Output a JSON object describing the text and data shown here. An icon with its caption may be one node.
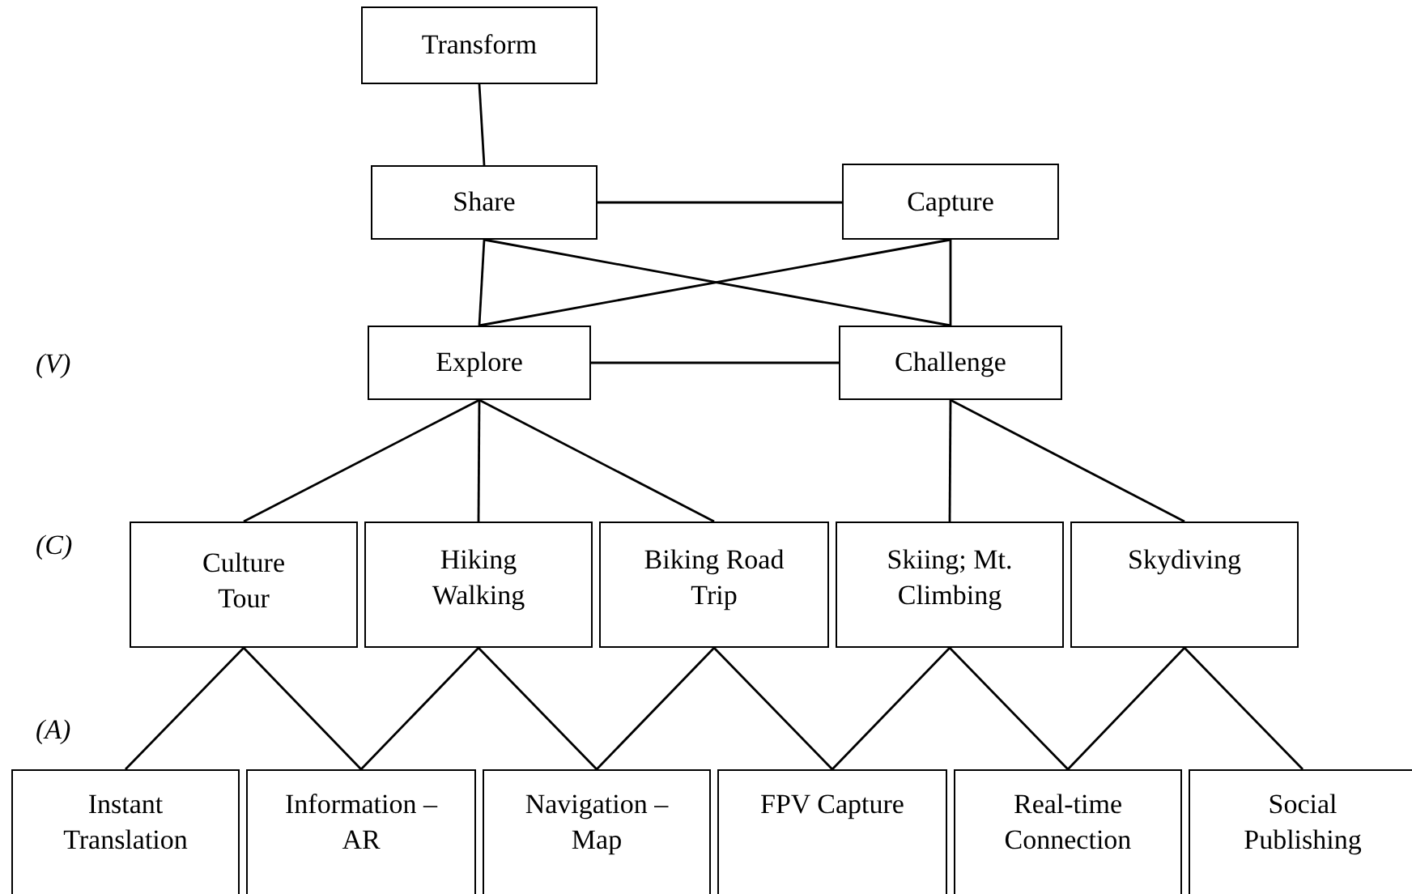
{
  "diagram": {
    "nodes": [
      {
        "text": [
          "Transform"
        ]
      },
      {
        "text": [
          "Share"
        ]
      },
      {
        "text": [
          "Capture"
        ]
      },
      {
        "text": [
          "Explore"
        ]
      },
      {
        "text": [
          "Challenge"
        ]
      },
      {
        "text": [
          "Culture Tour"
        ]
      },
      {
        "text": [
          "Hiking Walking"
        ]
      },
      {
        "text": [
          "Biking Road Trip"
        ]
      },
      {
        "text": [
          "Skiing; Mt. Climbing"
        ]
      },
      {
        "text": [
          "Skydiving"
        ]
      },
      {
        "text": [
          "Instant Translation"
        ]
      },
      {
        "text": [
          "Information – AR"
        ]
      },
      {
        "text": [
          "Navigation – Map"
        ]
      },
      {
        "text": [
          "FPV Capture"
        ]
      },
      {
        "text": [
          "Real-time Connection"
        ]
      },
      {
        "text": [
          "Social Publishing"
        ]
      }
    ],
    "edges": [
      {
        "from": 0,
        "to": 1,
        "arrow": "none"
      },
      {
        "from": 1,
        "to": 2,
        "arrow": "none"
      },
      {
        "from": 1,
        "to": 3,
        "arrow": "none"
      },
      {
        "from": 1,
        "to": 4,
        "arrow": "none"
      },
      {
        "from": 2,
        "to": 3,
        "arrow": "none"
      },
      {
        "from": 2,
        "to": 4,
        "arrow": "none"
      },
      {
        "from": 3,
        "to": 4,
        "arrow": "none"
      },
      {
        "from": 3,
        "to": 5,
        "arrow": "none"
      },
      {
        "from": 3,
        "to": 6,
        "arrow": "none"
      },
      {
        "from": 3,
        "to": 7,
        "arrow": "none"
      },
      {
        "from": 4,
        "to": 8,
        "arrow": "none"
      },
      {
        "from": 4,
        "to": 9,
        "arrow": "none"
      },
      {
        "from": 5,
        "to": 10,
        "arrow": "none"
      },
      {
        "from": 5,
        "to": 11,
        "arrow": "none"
      },
      {
        "from": 6,
        "to": 11,
        "arrow": "none"
      },
      {
        "from": 6,
        "to": 12,
        "arrow": "none"
      },
      {
        "from": 7,
        "to": 12,
        "arrow": "none"
      },
      {
        "from": 7,
        "to": 13,
        "arrow": "none"
      },
      {
        "from": 8,
        "to": 13,
        "arrow": "none"
      },
      {
        "from": 8,
        "to": 14,
        "arrow": "none"
      },
      {
        "from": 9,
        "to": 14,
        "arrow": "none"
      },
      {
        "from": 9,
        "to": 15,
        "arrow": "none"
      }
    ],
    "labels": [
      "(V)",
      "(C)",
      "(A)"
    ]
  }
}
